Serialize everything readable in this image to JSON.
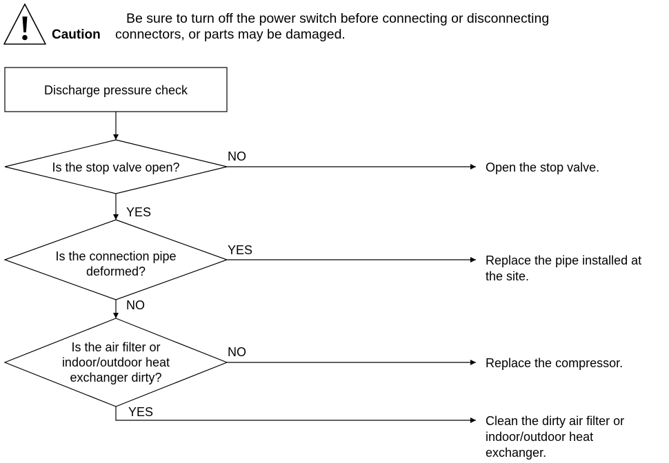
{
  "caution": {
    "label": "Caution",
    "line1": "Be sure to turn off the power switch before connecting or disconnecting",
    "line2": "connectors, or parts may be damaged."
  },
  "flowchart": {
    "start": "Discharge pressure check",
    "q1": {
      "lines": [
        "Is the stop valve open?"
      ],
      "branch_label": "NO",
      "down_label": "YES",
      "result": [
        "Open the stop valve."
      ]
    },
    "q2": {
      "lines": [
        "Is the connection pipe",
        "deformed?"
      ],
      "branch_label": "YES",
      "down_label": "NO",
      "result": [
        "Replace the pipe installed at",
        "the site."
      ]
    },
    "q3": {
      "lines": [
        "Is the air filter or",
        "indoor/outdoor heat",
        "exchanger dirty?"
      ],
      "branch_label": "NO",
      "down_label": "YES",
      "result": [
        "Replace the compressor."
      ]
    },
    "final": {
      "result": [
        "Clean the dirty air filter or",
        "indoor/outdoor heat",
        "exchanger."
      ]
    }
  }
}
